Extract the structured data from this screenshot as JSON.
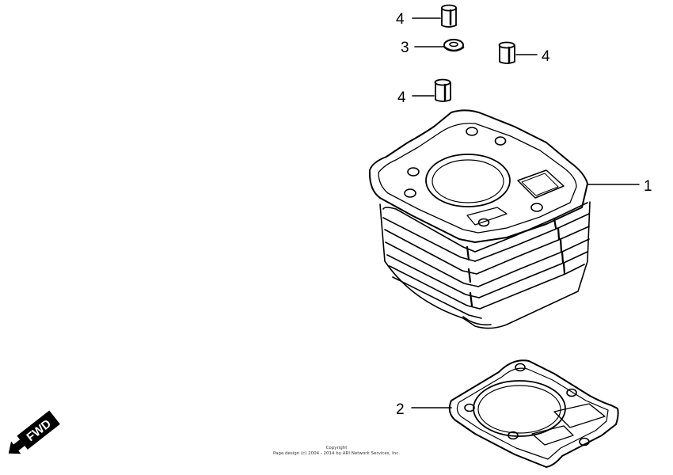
{
  "callouts": {
    "cylinder": "1",
    "gasket": "2",
    "o_ring": "3",
    "dowel_top": "4",
    "dowel_right": "4",
    "dowel_left": "4"
  },
  "fwd_label": "FWD",
  "footer": {
    "line1": "Copyright",
    "line2": "Page design (c) 2004 - 2014 by ARI Network Services, Inc."
  },
  "colors": {
    "line": "#000000",
    "background": "#ffffff"
  }
}
